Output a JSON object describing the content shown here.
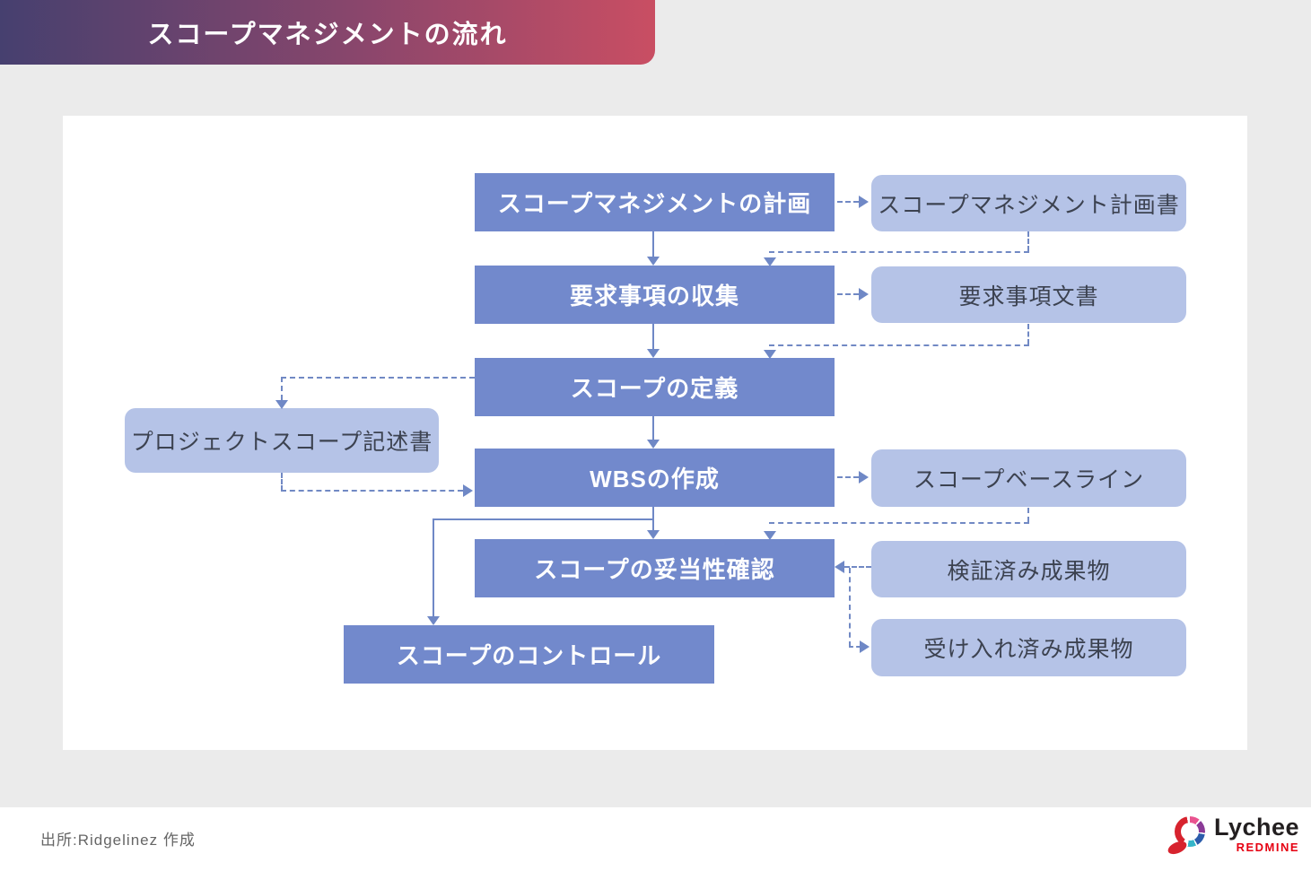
{
  "header": {
    "title": "スコープマネジメントの流れ"
  },
  "flow": {
    "steps": [
      {
        "id": "plan",
        "label": "スコープマネジメントの計画"
      },
      {
        "id": "collect",
        "label": "要求事項の収集"
      },
      {
        "id": "define",
        "label": "スコープの定義"
      },
      {
        "id": "wbs",
        "label": "WBSの作成"
      },
      {
        "id": "validate",
        "label": "スコープの妥当性確認"
      },
      {
        "id": "control",
        "label": "スコープのコントロール"
      }
    ],
    "artifacts": [
      {
        "id": "scope-management-plan",
        "label": "スコープマネジメント計画書"
      },
      {
        "id": "requirements-doc",
        "label": "要求事項文書"
      },
      {
        "id": "project-scope-statement",
        "label": "プロジェクトスコープ記述書"
      },
      {
        "id": "scope-baseline",
        "label": "スコープベースライン"
      },
      {
        "id": "verified-deliverables",
        "label": "検証済み成果物"
      },
      {
        "id": "accepted-deliverables",
        "label": "受け入れ済み成果物"
      }
    ]
  },
  "footer": {
    "source": "出所:Ridgelinez 作成",
    "logo": {
      "name": "Lychee",
      "sub": "REDMINE"
    }
  },
  "colors": {
    "background": "#ebebeb",
    "card": "#ffffff",
    "header_gradient_start": "#46406f",
    "header_gradient_end": "#c94e63",
    "step_fill": "#7289cc",
    "step_text": "#ffffff",
    "artifact_fill": "#b5c3e7",
    "artifact_text": "#3c4250",
    "connector": "#6f88c6",
    "logo_red": "#d7232e",
    "logo_sub_red": "#e60012"
  }
}
